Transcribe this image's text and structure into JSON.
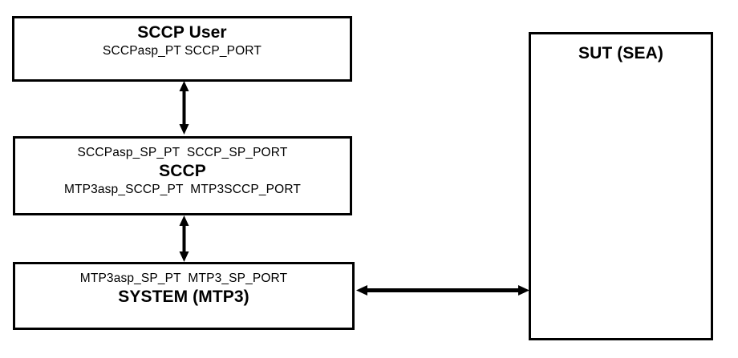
{
  "diagram": {
    "title": "SCCP test architecture",
    "background_color": "#ffffff",
    "line_color": "#000000",
    "nodes": [
      {
        "id": "sccp-user",
        "title": "SCCP User",
        "ports": [
          "SCCPasp_PT SCCP_PORT"
        ],
        "title_position": "top"
      },
      {
        "id": "sccp",
        "title": "SCCP",
        "ports_above": [
          "SCCPasp_SP_PT  SCCP_SP_PORT"
        ],
        "ports_below": [
          "MTP3asp_SCCP_PT  MTP3SCCP_PORT"
        ],
        "title_position": "middle"
      },
      {
        "id": "system-mtp3",
        "title": "SYSTEM (MTP3)",
        "ports_above": [
          "MTP3asp_SP_PT  MTP3_SP_PORT"
        ],
        "title_position": "middle"
      },
      {
        "id": "sut",
        "title": "SUT (SEA)",
        "title_position": "top"
      }
    ],
    "connectors": [
      {
        "id": "user-sccp",
        "from": "sccp-user",
        "to": "sccp",
        "orientation": "vertical",
        "arrowheads": "both"
      },
      {
        "id": "sccp-system",
        "from": "sccp",
        "to": "system-mtp3",
        "orientation": "vertical",
        "arrowheads": "both"
      },
      {
        "id": "system-sut",
        "from": "system-mtp3",
        "to": "sut",
        "orientation": "horizontal",
        "arrowheads": "both"
      }
    ]
  },
  "labels": {
    "sccp_user_title": "SCCP User",
    "sccp_user_port": "SCCPasp_PT SCCP_PORT",
    "sccp_port_top": "SCCPasp_SP_PT  SCCP_SP_PORT",
    "sccp_title": "SCCP",
    "sccp_port_bottom": "MTP3asp_SCCP_PT  MTP3SCCP_PORT",
    "system_port_top": "MTP3asp_SP_PT  MTP3_SP_PORT",
    "system_title": "SYSTEM (MTP3)",
    "sut_title": "SUT (SEA)"
  }
}
